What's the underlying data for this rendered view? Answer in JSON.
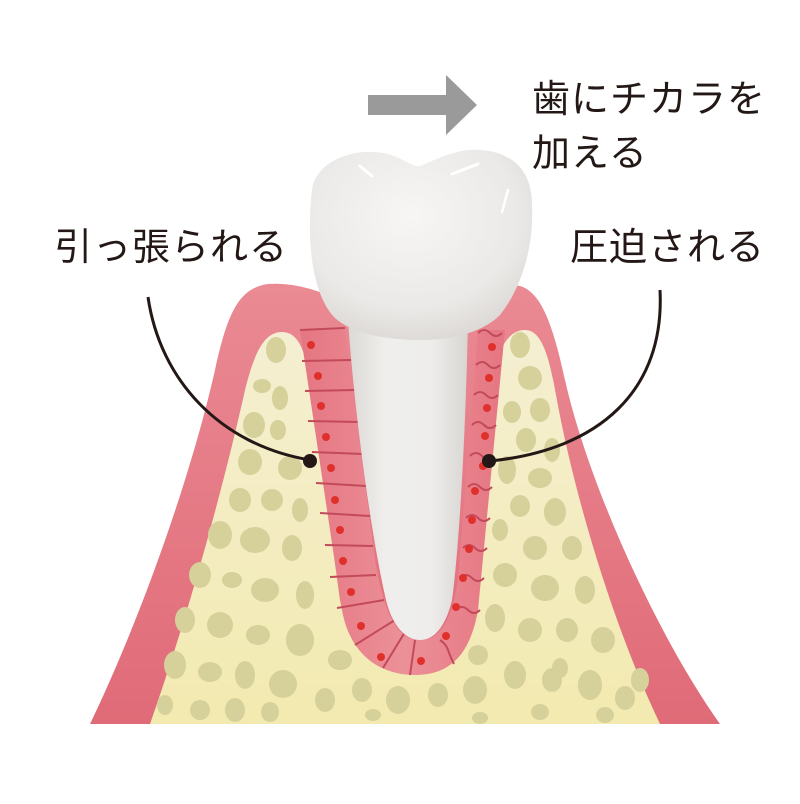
{
  "labels": {
    "force_line1": "歯にチカラを",
    "force_line2": "加える",
    "tension_side": "引っ張られる",
    "compression_side": "圧迫される"
  },
  "arrow": {
    "direction": "right",
    "color": "#9a9a9a"
  },
  "colors": {
    "gum": "#e06b78",
    "gum_light": "#ec8f98",
    "bone": "#f2ecc4",
    "bone_cavity": "#d9d39c",
    "ligament": "#e67a84",
    "ligament_line": "#c24a5a",
    "ligament_dot": "#e0302c",
    "tooth": "#ecebe9",
    "leader_line": "#231815"
  },
  "diagram": {
    "title": "Tooth movement: periodontal ligament under force",
    "parts": [
      "tooth-crown",
      "tooth-root",
      "gum",
      "alveolar-bone",
      "periodontal-ligament"
    ],
    "left_side_state": "tension",
    "right_side_state": "compression"
  }
}
